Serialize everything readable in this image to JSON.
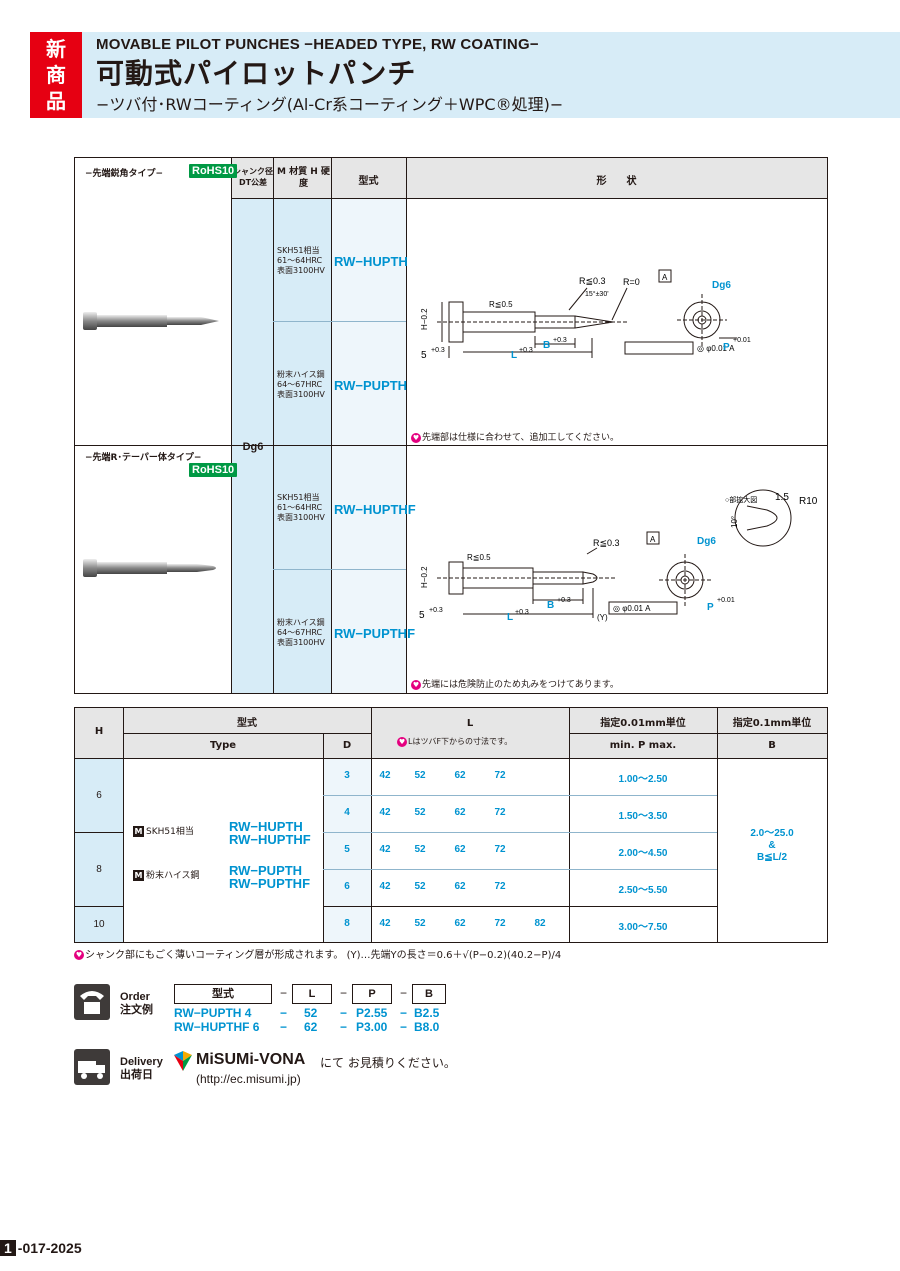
{
  "header": {
    "badge": [
      "新",
      "商",
      "品"
    ],
    "title_en": "MOVABLE PILOT PUNCHES −HEADED TYPE, RW COATING−",
    "title_jp": "可動式パイロットパンチ",
    "subtitle": "−ツバ付･RWコーティング(Al-Cr系コーティング＋WPC®処理)−"
  },
  "spec_table": {
    "headers": {
      "shank": "シャンク径 DT公差",
      "material": "M 材質 H 硬度",
      "type": "型式",
      "shape": "形　　状"
    },
    "groups": [
      {
        "label": "−先端鋭角タイプ−",
        "rohs": "RoHS10",
        "rows": [
          {
            "material": "SKH51相当 61〜64HRC 表面3100HV",
            "type": "RW−HUPTH"
          },
          {
            "material": "粉末ハイス鋼 64〜67HRC 表面3100HV",
            "type": "RW−PUPTH"
          }
        ],
        "note": "先端部は仕様に合わせて、追加工してください。"
      },
      {
        "label": "−先端R･テーパー体タイプ−",
        "rohs": "RoHS10",
        "rows": [
          {
            "material": "SKH51相当 61〜64HRC 表面3100HV",
            "type": "RW−HUPTHF"
          },
          {
            "material": "粉末ハイス鋼 64〜67HRC 表面3100HV",
            "type": "RW−PUPTHF"
          }
        ],
        "note": "先端には危険防止のため丸みをつけてあります。"
      }
    ],
    "shank_value": "Dg6",
    "drawing": {
      "r_small": "R≦0.5",
      "r_tip1": "R≦0.3",
      "r_zero": "R=0",
      "angle": "15°±30'",
      "datum": "A",
      "dg6": "Dg6",
      "h_label": "H−0.2",
      "five": "5",
      "l_label": "L",
      "b_label": "B",
      "p_label": "P",
      "tol_03": "+0.3",
      "tol_001": "+0.01",
      "zero": "0",
      "concentricity": "◎ φ0.01 A",
      "y_label": "(Y)",
      "detail": "○部拡大図",
      "d15": "1.5",
      "r10": "R10",
      "ang10": "10°",
      "r_tip2": "R≦0.3"
    }
  },
  "dim_table": {
    "headers": {
      "h": "H",
      "type_jp": "型式",
      "type_en": "Type",
      "d": "D",
      "l": "L",
      "l_note": "LはツバF下からの寸法です。",
      "p_jp": "指定0.01mm単位",
      "p_en": "min. P max.",
      "b_jp": "指定0.1mm単位",
      "b_en": "B"
    },
    "h_values": [
      "6",
      "8",
      "10"
    ],
    "materials": [
      {
        "label": "SKH51相当",
        "types": [
          "RW−HUPTH",
          "RW−HUPTHF"
        ]
      },
      {
        "label": "粉末ハイス鋼",
        "types": [
          "RW−PUPTH",
          "RW−PUPTHF"
        ]
      }
    ],
    "rows": [
      {
        "d": "3",
        "l": [
          "42",
          "52",
          "62",
          "72",
          ""
        ],
        "p": "1.00〜2.50"
      },
      {
        "d": "4",
        "l": [
          "42",
          "52",
          "62",
          "72",
          ""
        ],
        "p": "1.50〜3.50"
      },
      {
        "d": "5",
        "l": [
          "42",
          "52",
          "62",
          "72",
          ""
        ],
        "p": "2.00〜4.50"
      },
      {
        "d": "6",
        "l": [
          "42",
          "52",
          "62",
          "72",
          ""
        ],
        "p": "2.50〜5.50"
      },
      {
        "d": "8",
        "l": [
          "42",
          "52",
          "62",
          "72",
          "82"
        ],
        "p": "3.00〜7.50"
      }
    ],
    "b_value": [
      "2.0〜25.0",
      "&",
      "B≦L/2"
    ]
  },
  "footnote": "シャンク部にもごく薄いコーティング層が形成されます。 (Y)…先端Yの長さ＝0.6＋√(P−0.2)(40.2−P)/4",
  "order": {
    "label_en": "Order",
    "label_jp": "注文例",
    "columns": [
      "型式",
      "L",
      "P",
      "B"
    ],
    "dash": "−",
    "examples": [
      [
        "RW−PUPTH 4",
        "−",
        "52",
        "−",
        "P2.55",
        "−",
        "B2.5"
      ],
      [
        "RW−HUPTHF 6",
        "−",
        "62",
        "−",
        "P3.00",
        "−",
        "B8.0"
      ]
    ]
  },
  "delivery": {
    "label_en": "Delivery",
    "label_jp": "出荷日",
    "brand": "MiSUMi-VONA",
    "text": "にて お見積りください。",
    "url": "(http://ec.misumi.jp)"
  },
  "page": {
    "section": "1",
    "number": "-017-2025"
  }
}
